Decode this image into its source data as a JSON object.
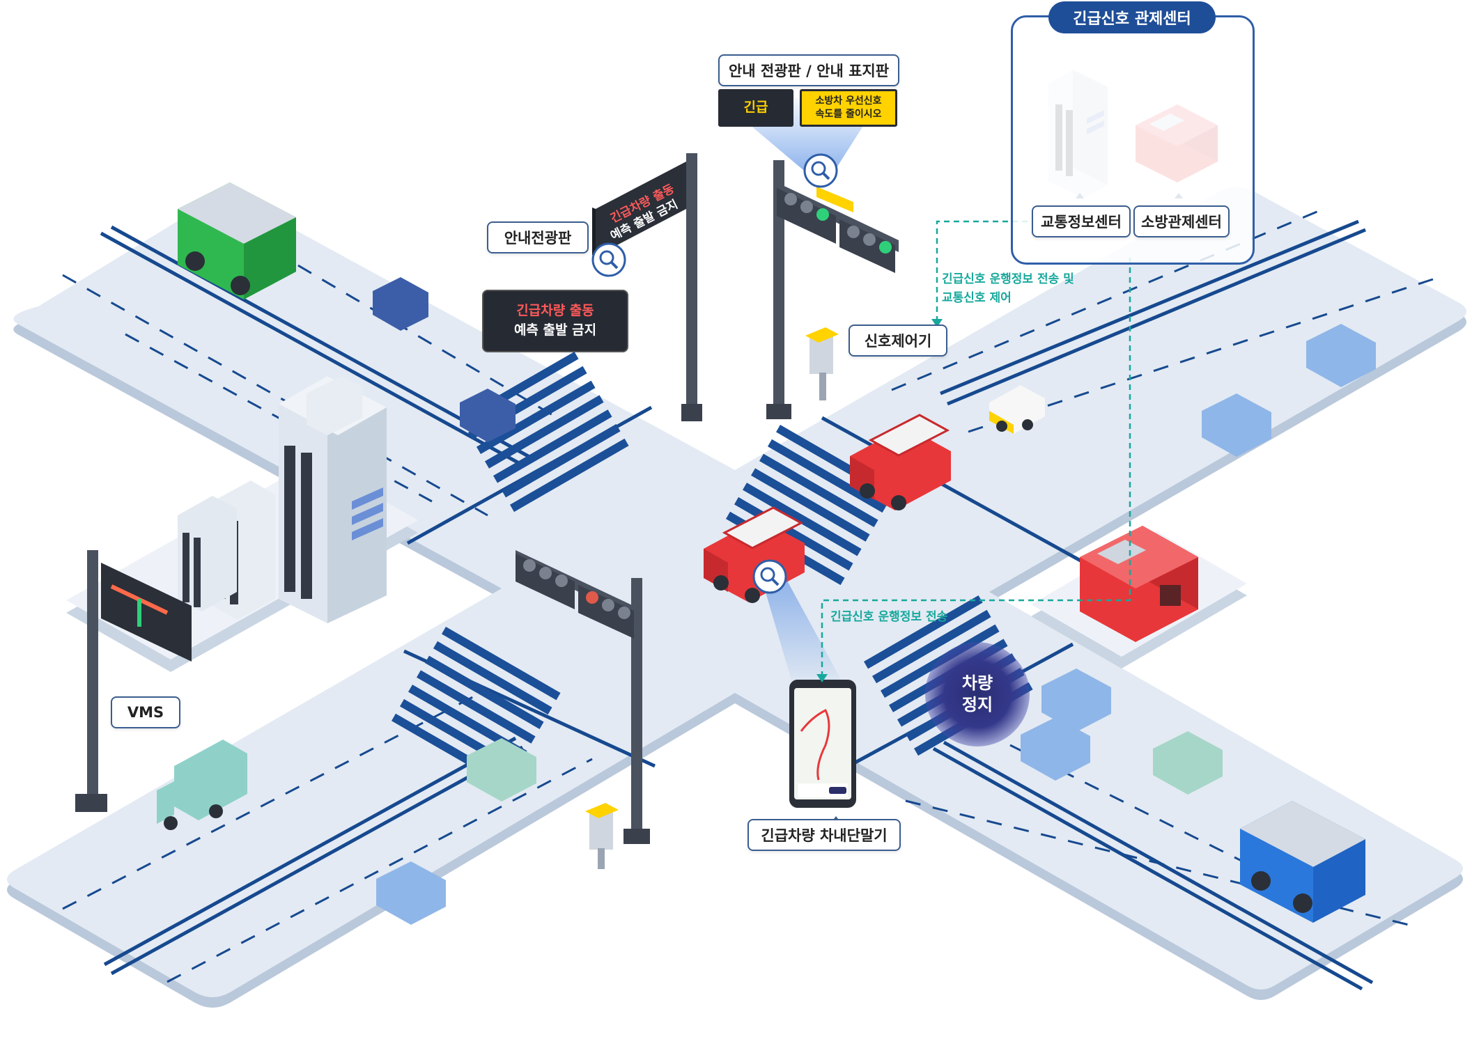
{
  "labels": {
    "control_center": "긴급신호 관제센터",
    "traffic_info_center": "교통정보센터",
    "fire_control_center": "소방관제센터",
    "guide_display_title": "안내 전광판 / 안내 표지판",
    "guide_display": "안내전광판",
    "signal_controller": "신호제어기",
    "vms": "VMS",
    "vehicle_terminal": "긴급차량 차내단말기"
  },
  "signs": {
    "emergency_word": "긴급",
    "yellow_line1": "소방차 우선신호",
    "yellow_line2": "속도를 줄이시오",
    "vms_line1": "긴급차량 출동",
    "vms_line2": "예측 출발 금지"
  },
  "annotations": {
    "transmit_control_line1": "긴급신호 운행정보 전송 및",
    "transmit_control_line2": "교통신호 제어",
    "transmit_only": "긴급신호 운행정보 전송"
  },
  "stop_badge": {
    "line1": "차량",
    "line2": "정지"
  },
  "colors": {
    "road": "#e3eaf3",
    "road_edge": "#b9c8da",
    "lane_line": "#16498f",
    "crosswalk": "#1b4f98",
    "accent_teal": "#17a89c",
    "center_title_bg": "#1f4e98",
    "emergency_red": "#e8373a",
    "emergency_yellow": "#ffd200"
  },
  "icons": [
    "magnifier-icon",
    "traffic-light-icon",
    "fire-truck-icon",
    "ambulance-icon",
    "bus-icon",
    "car-icon",
    "truck-icon",
    "building-icon",
    "fire-station-icon",
    "smartphone-icon",
    "signal-controller-icon"
  ]
}
